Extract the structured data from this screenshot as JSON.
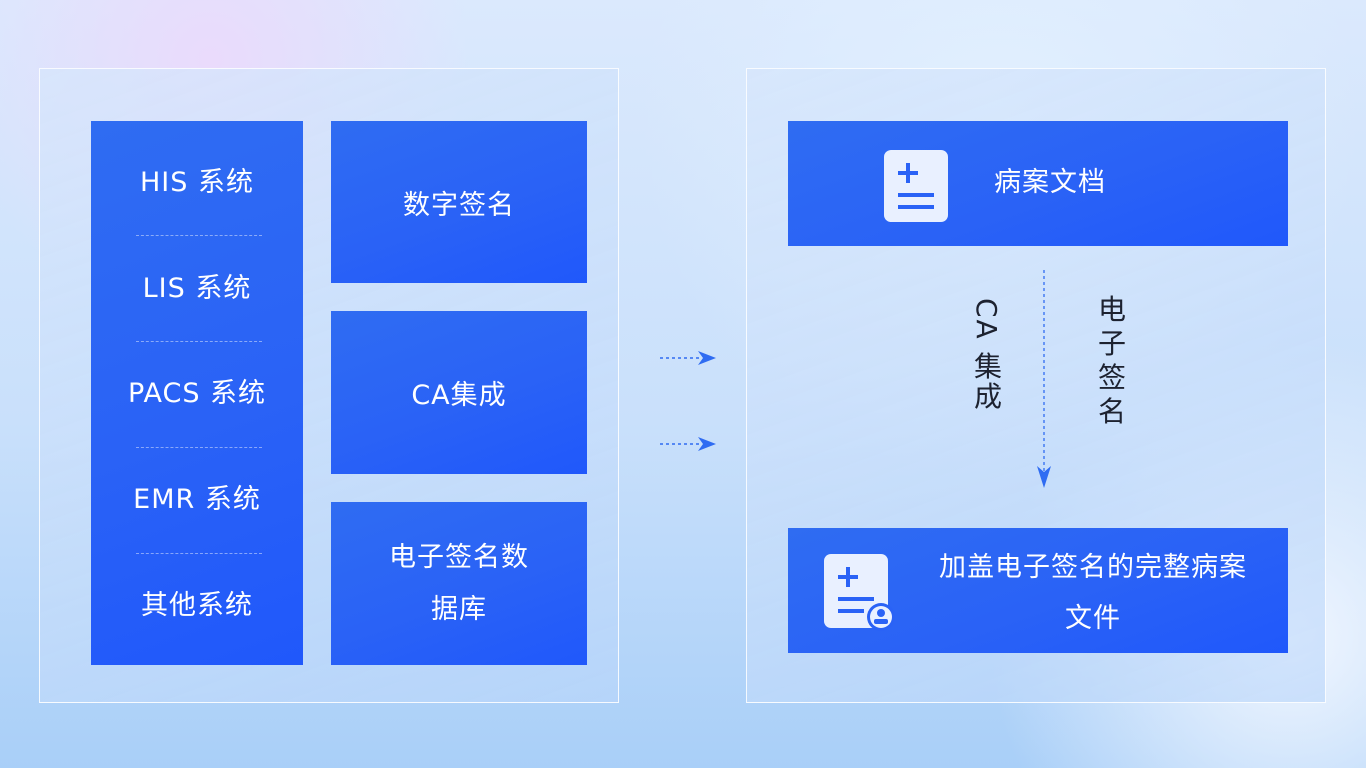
{
  "left": {
    "systems": [
      "HIS 系统",
      "LIS 系统",
      "PACS 系统",
      "EMR 系统",
      "其他系统"
    ],
    "tiles": {
      "digital_signature": "数字签名",
      "ca_integration": "CA集成",
      "esign_db_line1": "电子签名数",
      "esign_db_line2": "据库"
    }
  },
  "right": {
    "document": "病案文档",
    "flow_label_left": "CA 集成",
    "flow_label_right": [
      "电",
      "子",
      "签",
      "名"
    ],
    "final_line1": "加盖电子签名的完整病案",
    "final_line2": "文件"
  },
  "icons": {
    "document": "medical-document-icon",
    "signed_document": "signed-medical-document-icon",
    "arrows": "dashed-arrow-right-icon",
    "flow": "dashed-arrow-down-icon"
  },
  "colors": {
    "box_blue": "#2a62f6",
    "arrow_blue": "#2f6cf2",
    "icon_bg": "#e9f0ff"
  }
}
